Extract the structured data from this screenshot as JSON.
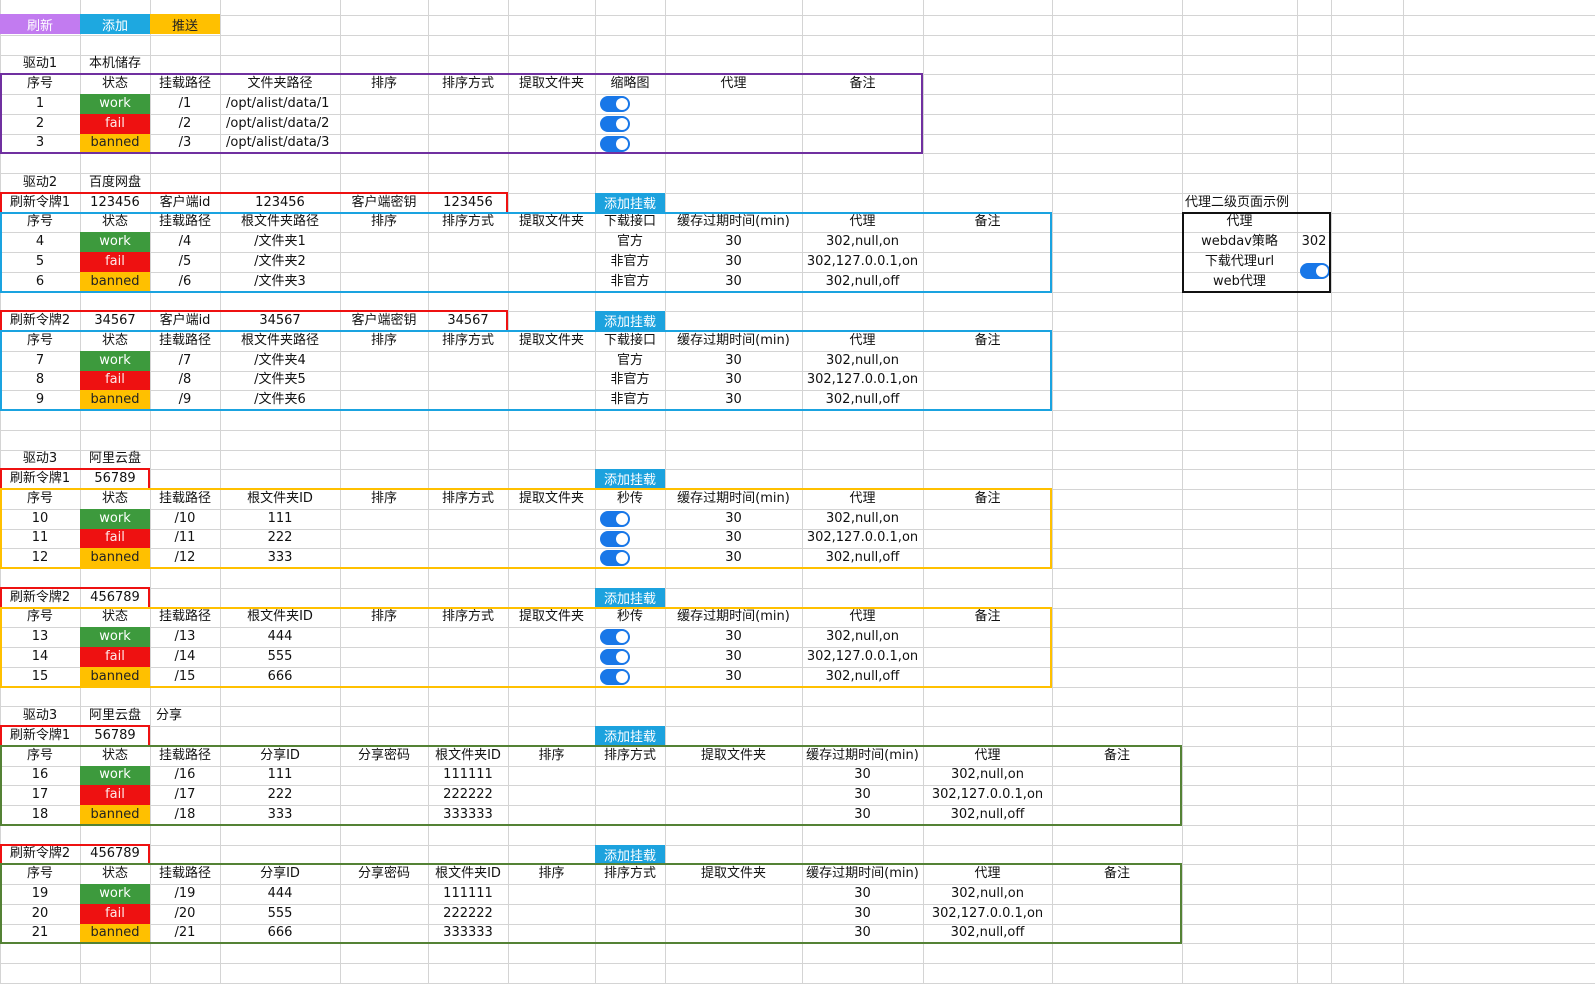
{
  "toolbar": {
    "refresh": "刷新",
    "add": "添加",
    "push": "推送",
    "refresh_color": "#c27bf0",
    "add_color": "#1ea8e0",
    "push_color": "#ffc000"
  },
  "status": {
    "work": "work",
    "fail": "fail",
    "banned": "banned"
  },
  "driver1": {
    "name": "驱动1",
    "type": "本机储存",
    "border_color": "#7030a0",
    "headers": [
      "序号",
      "状态",
      "挂载路径",
      "文件夹路径",
      "排序",
      "排序方式",
      "提取文件夹",
      "缩略图",
      "代理",
      "备注"
    ],
    "rows": [
      {
        "no": "1",
        "status": "work",
        "path": "/1",
        "folder": "/opt/alist/data/1",
        "thumb": true
      },
      {
        "no": "2",
        "status": "fail",
        "path": "/2",
        "folder": "/opt/alist/data/2",
        "thumb": true
      },
      {
        "no": "3",
        "status": "banned",
        "path": "/3",
        "folder": "/opt/alist/data/3",
        "thumb": true
      }
    ]
  },
  "driver2": {
    "name": "驱动2",
    "type": "百度网盘",
    "border_color": "#1aa3e0",
    "token_border": "#ee1111",
    "add_mount": "添加挂载",
    "headers": [
      "序号",
      "状态",
      "挂载路径",
      "根文件夹路径",
      "排序",
      "排序方式",
      "提取文件夹",
      "下载接口",
      "缓存过期时间(min)",
      "代理",
      "备注"
    ],
    "blocks": [
      {
        "token_label": "刷新令牌1",
        "token": "123456",
        "client_id_label": "客户端id",
        "client_id": "123456",
        "secret_label": "客户端密钥",
        "secret": "123456",
        "rows": [
          {
            "no": "4",
            "status": "work",
            "path": "/4",
            "root": "/文件夹1",
            "api": "官方",
            "cache": "30",
            "proxy": "302,null,on"
          },
          {
            "no": "5",
            "status": "fail",
            "path": "/5",
            "root": "/文件夹2",
            "api": "非官方",
            "cache": "30",
            "proxy": "302,127.0.0.1,on"
          },
          {
            "no": "6",
            "status": "banned",
            "path": "/6",
            "root": "/文件夹3",
            "api": "非官方",
            "cache": "30",
            "proxy": "302,null,off"
          }
        ]
      },
      {
        "token_label": "刷新令牌2",
        "token": "34567",
        "client_id_label": "客户端id",
        "client_id": "34567",
        "secret_label": "客户端密钥",
        "secret": "34567",
        "rows": [
          {
            "no": "7",
            "status": "work",
            "path": "/7",
            "root": "/文件夹4",
            "api": "官方",
            "cache": "30",
            "proxy": "302,null,on"
          },
          {
            "no": "8",
            "status": "fail",
            "path": "/8",
            "root": "/文件夹5",
            "api": "非官方",
            "cache": "30",
            "proxy": "302,127.0.0.1,on"
          },
          {
            "no": "9",
            "status": "banned",
            "path": "/9",
            "root": "/文件夹6",
            "api": "非官方",
            "cache": "30",
            "proxy": "302,null,off"
          }
        ]
      }
    ]
  },
  "driver3": {
    "name": "驱动3",
    "type": "阿里云盘",
    "border_color": "#ffc000",
    "add_mount": "添加挂载",
    "headers": [
      "序号",
      "状态",
      "挂载路径",
      "根文件夹ID",
      "排序",
      "排序方式",
      "提取文件夹",
      "秒传",
      "缓存过期时间(min)",
      "代理",
      "备注"
    ],
    "blocks": [
      {
        "token_label": "刷新令牌1",
        "token": "56789",
        "rows": [
          {
            "no": "10",
            "status": "work",
            "path": "/10",
            "root": "111",
            "cache": "30",
            "proxy": "302,null,on"
          },
          {
            "no": "11",
            "status": "fail",
            "path": "/11",
            "root": "222",
            "cache": "30",
            "proxy": "302,127.0.0.1,on"
          },
          {
            "no": "12",
            "status": "banned",
            "path": "/12",
            "root": "333",
            "cache": "30",
            "proxy": "302,null,off"
          }
        ]
      },
      {
        "token_label": "刷新令牌2",
        "token": "456789",
        "rows": [
          {
            "no": "13",
            "status": "work",
            "path": "/13",
            "root": "444",
            "cache": "30",
            "proxy": "302,null,on"
          },
          {
            "no": "14",
            "status": "fail",
            "path": "/14",
            "root": "555",
            "cache": "30",
            "proxy": "302,127.0.0.1,on"
          },
          {
            "no": "15",
            "status": "banned",
            "path": "/15",
            "root": "666",
            "cache": "30",
            "proxy": "302,null,off"
          }
        ]
      }
    ]
  },
  "driver4": {
    "name": "驱动3",
    "type": "阿里云盘",
    "type2": "分享",
    "border_color": "#548235",
    "add_mount": "添加挂载",
    "headers": [
      "序号",
      "状态",
      "挂载路径",
      "分享ID",
      "分享密码",
      "根文件夹ID",
      "排序",
      "排序方式",
      "提取文件夹",
      "缓存过期时间(min)",
      "代理",
      "备注"
    ],
    "blocks": [
      {
        "token_label": "刷新令牌1",
        "token": "56789",
        "rows": [
          {
            "no": "16",
            "status": "work",
            "path": "/16",
            "share": "111",
            "root": "111111",
            "cache": "30",
            "proxy": "302,null,on"
          },
          {
            "no": "17",
            "status": "fail",
            "path": "/17",
            "share": "222",
            "root": "222222",
            "cache": "30",
            "proxy": "302,127.0.0.1,on"
          },
          {
            "no": "18",
            "status": "banned",
            "path": "/18",
            "share": "333",
            "root": "333333",
            "cache": "30",
            "proxy": "302,null,off"
          }
        ]
      },
      {
        "token_label": "刷新令牌2",
        "token": "456789",
        "rows": [
          {
            "no": "19",
            "status": "work",
            "path": "/19",
            "share": "444",
            "root": "111111",
            "cache": "30",
            "proxy": "302,null,on"
          },
          {
            "no": "20",
            "status": "fail",
            "path": "/20",
            "share": "555",
            "root": "222222",
            "cache": "30",
            "proxy": "302,127.0.0.1,on"
          },
          {
            "no": "21",
            "status": "banned",
            "path": "/21",
            "share": "666",
            "root": "333333",
            "cache": "30",
            "proxy": "302,null,off"
          }
        ]
      }
    ]
  },
  "proxy_panel": {
    "title": "代理二级页面示例",
    "header": "代理",
    "webdav_label": "webdav策略",
    "webdav_value": "302",
    "download_label": "下载代理url",
    "web_label": "web代理",
    "web_enabled": true
  }
}
